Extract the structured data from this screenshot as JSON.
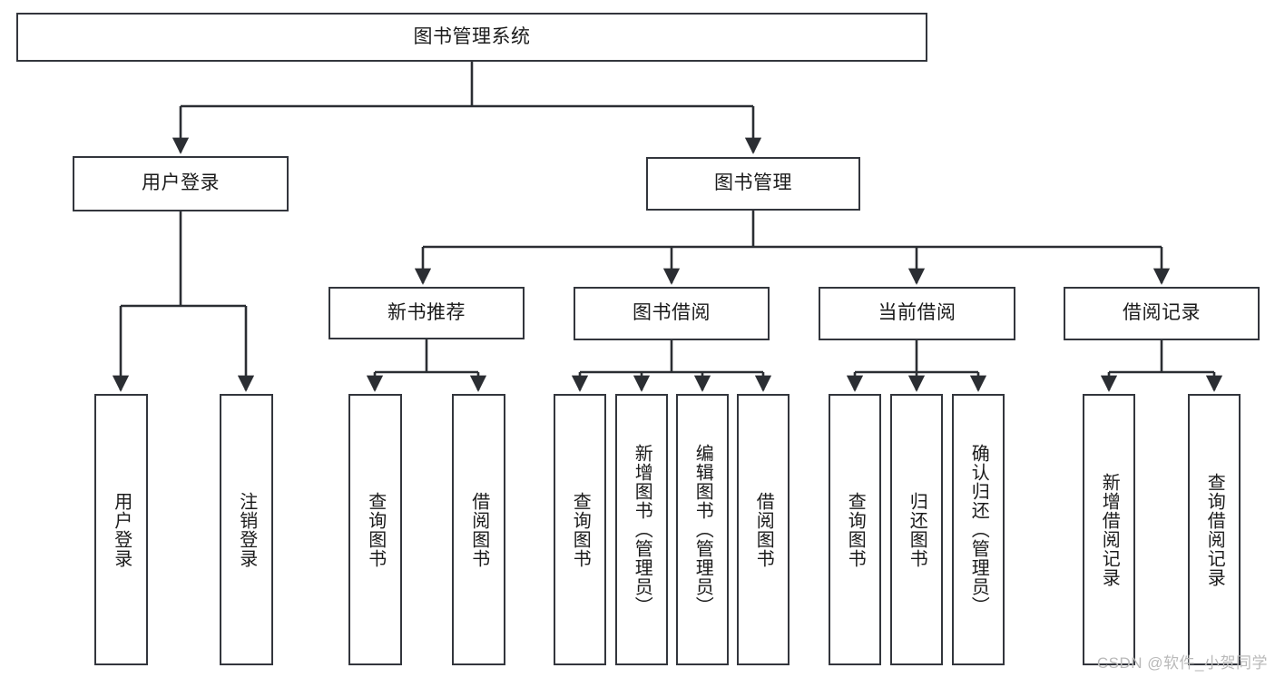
{
  "diagram": {
    "title": "图书管理系统",
    "type": "tree-hierarchy",
    "watermark": "CSDN @软件_小贺同学",
    "colors": {
      "box_border": "#33363d",
      "box_fill": "#ffffff",
      "edge": "#2b2e33",
      "text": "#1b1b1b",
      "watermark": "#b9b9b9",
      "background": "#ffffff"
    },
    "root": {
      "label": "图书管理系统"
    },
    "level2": [
      {
        "label": "用户登录"
      },
      {
        "label": "图书管理"
      }
    ],
    "level3": [
      {
        "label": "新书推荐"
      },
      {
        "label": "图书借阅"
      },
      {
        "label": "当前借阅"
      },
      {
        "label": "借阅记录"
      }
    ],
    "leaves": {
      "user_login": [
        {
          "label": "用户登录"
        },
        {
          "label": "注销登录"
        }
      ],
      "new_book_recommend": [
        {
          "label": "查询图书"
        },
        {
          "label": "借阅图书"
        }
      ],
      "book_borrow": [
        {
          "label": "查询图书"
        },
        {
          "label": "新增图书（管理员）"
        },
        {
          "label": "编辑图书（管理员）"
        },
        {
          "label": "借阅图书"
        }
      ],
      "current_borrow": [
        {
          "label": "查询图书"
        },
        {
          "label": "归还图书"
        },
        {
          "label": "确认归还（管理员）"
        }
      ],
      "borrow_record": [
        {
          "label": "新增借阅记录"
        },
        {
          "label": "查询借阅记录"
        }
      ]
    }
  }
}
